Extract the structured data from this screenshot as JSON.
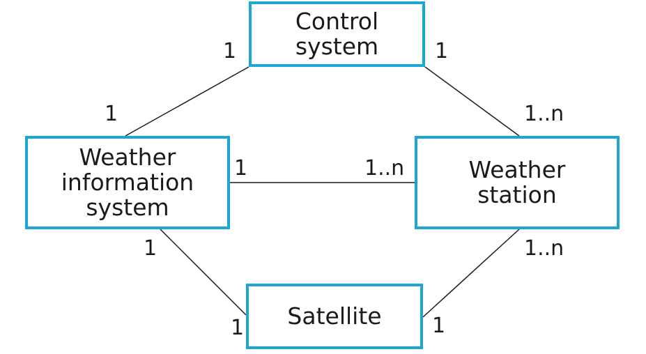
{
  "colors": {
    "box_border": "#1ba6d6",
    "line": "#1a1a1a",
    "text": "#1a1a1a"
  },
  "nodes": {
    "control_system": {
      "label": "Control\nsystem"
    },
    "weather_information_system": {
      "label": "Weather\ninformation\nsystem"
    },
    "weather_station": {
      "label": "Weather\nstation"
    },
    "satellite": {
      "label": "Satellite"
    }
  },
  "associations": {
    "control_to_wis": {
      "control_end": "1",
      "wis_end": "1"
    },
    "control_to_station": {
      "control_end": "1",
      "station_end": "1..n"
    },
    "wis_to_station": {
      "wis_end": "1",
      "station_end": "1..n"
    },
    "wis_to_satellite": {
      "wis_end": "1",
      "satellite_end": "1"
    },
    "station_to_satellite": {
      "station_end": "1..n",
      "satellite_end": "1"
    }
  }
}
